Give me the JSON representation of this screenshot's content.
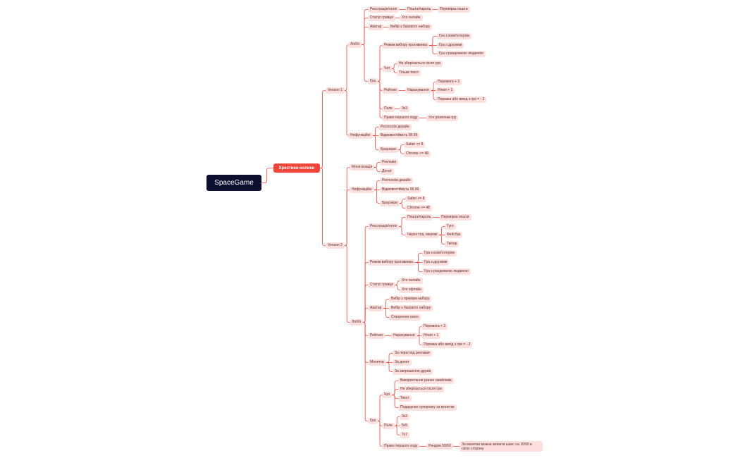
{
  "root": "SpaceGame",
  "main": "Хрестики-нолики",
  "v1": {
    "label": "Version 1",
    "lobby": "Лоббі",
    "reg": "Реєстрація/логін",
    "email_pass": "Пошта/пароль",
    "check_mail": "Перевірка пошти",
    "player_status": "Статус гравця",
    "who_online": "Хто онлайн",
    "avatar": "Аватар",
    "base_set": "Вибір з базового набору",
    "game": "Гра",
    "opp_mode": "Режим вибору противника",
    "vs_pc": "Гра з комп'ютером",
    "vs_friends": "Гра з друзями",
    "vs_random": "Гра з рандомною людиною",
    "chat": "Чат",
    "not_saved": "Не зберігається після гри",
    "text_only": "Тільки текст",
    "rating": "Рейтинг",
    "scoring": "Нарахування",
    "win": "Перемога + 2",
    "draw": "Нічия + 1",
    "lose": "Поразка або вихід з гри = - 2",
    "field": "Поле",
    "f3": "3х3",
    "first_move": "Право першого ходу",
    "who_started": "Хто розпочав гру",
    "nonfunc": "Нефункційні",
    "responsive": "Респонсів дизайн",
    "availability": "Відмовостійкість 99.99",
    "browsers": "Браузери",
    "safari": "Safari >= 8",
    "chrome": "Chrome >= 48"
  },
  "v2": {
    "label": "Version 2",
    "monet": "Монетизація",
    "ads": "Реклама",
    "donat": "Донат",
    "nonfunc": "Нефункційні",
    "responsive": "Респонсів дизайн",
    "availability": "Відмовостійкість 99.99",
    "browsers": "Браузери",
    "safari": "Safari >= 8",
    "chrome": "Chrome >= 48",
    "lobby": "Лоббі",
    "reg": "Реєстрація/логін",
    "email_pass": "Пошта/пароль",
    "check_mail": "Перевірка пошти",
    "social": "Через соц. мережі",
    "google": "Гугл",
    "facebook": "Фейсбук",
    "twitter": "Твітер",
    "opp_mode": "Режим вибору противника",
    "vs_pc": "Гра з комп'ютером",
    "vs_friends": "Гра з друзями",
    "vs_random": "Гра з рандомною людиною",
    "player_status": "Статус гравця",
    "who_online": "Хто онлайн",
    "who_offline": "Хто офлайн",
    "avatar": "Аватар",
    "premium_set": "Вибір з преміум набору",
    "base_set": "Вибір з базового набору",
    "create_own": "Створення свого",
    "rating": "Рейтинг",
    "scoring": "Нарахування",
    "win": "Перемога + 2",
    "draw": "Нічия + 1",
    "lose": "Поразка або вихід з гри = - 2",
    "coins": "Монетки",
    "coins_ads": "За перегляд реклами",
    "coins_donat": "За донат",
    "coins_invite": "За запрошення друзів",
    "game": "Гра",
    "chat": "Чат",
    "smiles": "Використання різних смайликів",
    "not_saved": "Не зберігається після гри",
    "text": "Текст",
    "gift": "Подарунки суперникy за монетки",
    "field": "Поле",
    "f3": "3х3",
    "f5": "5х5",
    "f7": "7х7",
    "first_move": "Право першого ходу",
    "random": "Рандом 50/50",
    "coins_chance": "За монетки можна змінити шанс на 10/90 в свою сторону"
  }
}
